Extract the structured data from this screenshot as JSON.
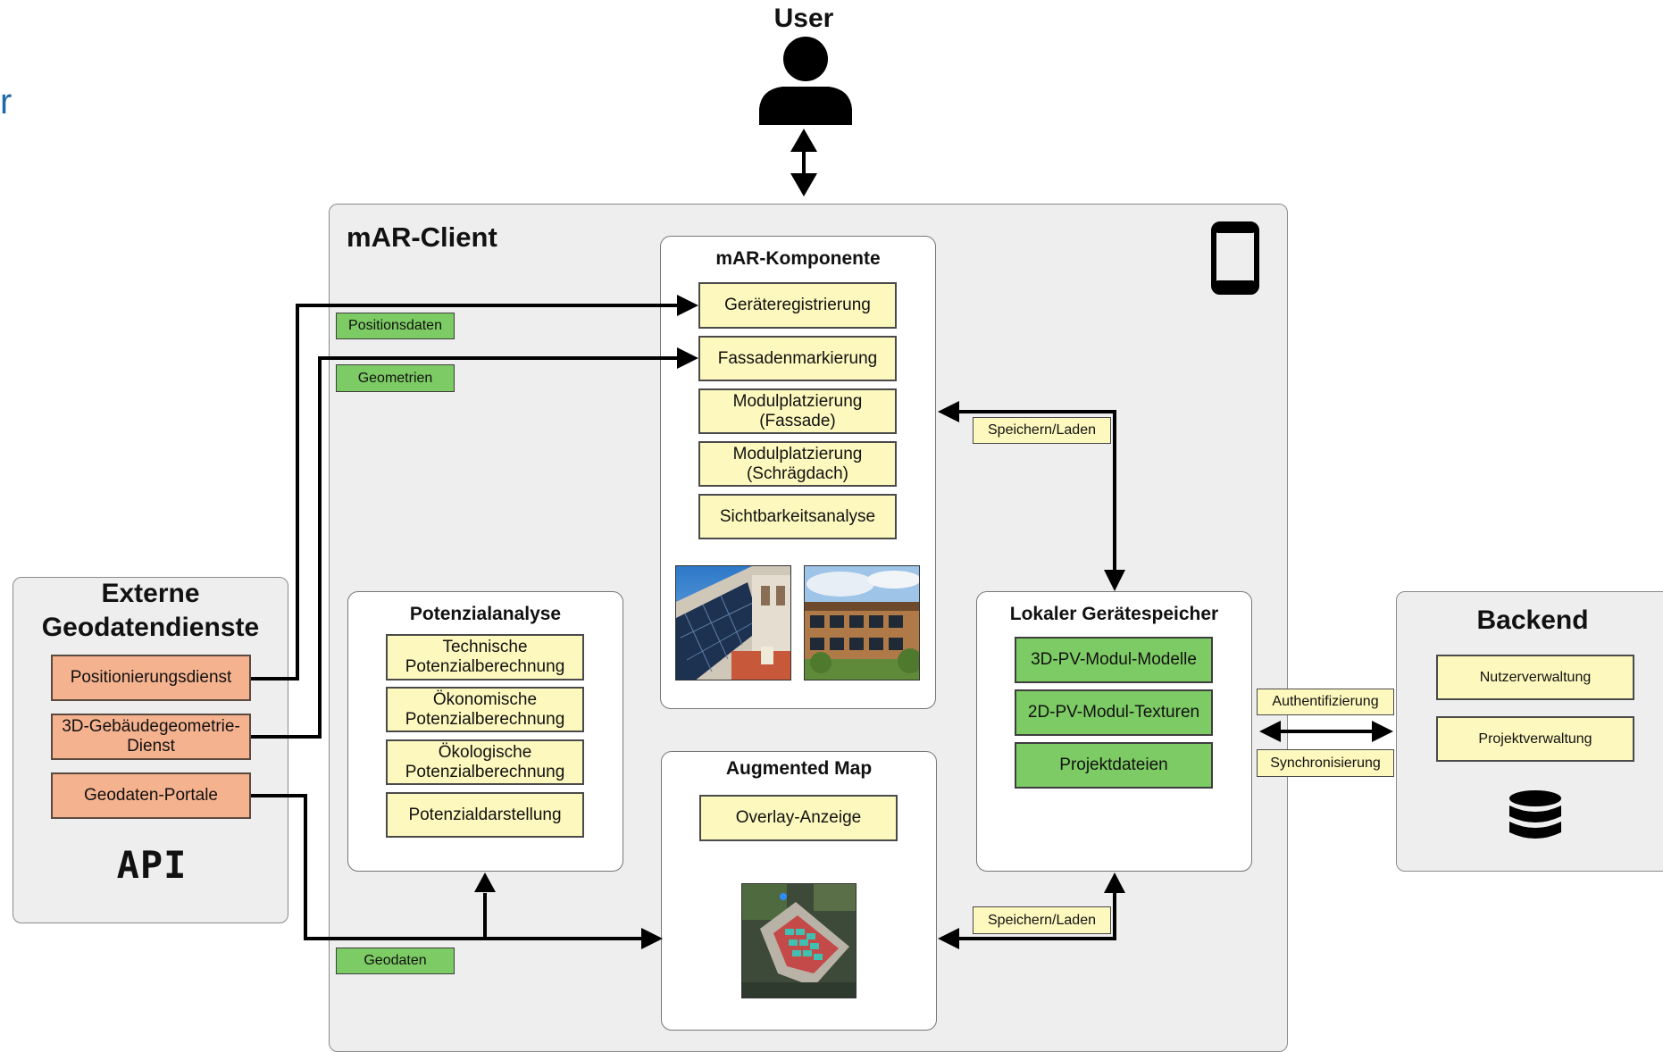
{
  "edge_fragment": "r",
  "user": {
    "label": "User"
  },
  "client": {
    "title": "mAR-Client",
    "mar": {
      "title": "mAR-Komponente",
      "items": [
        "Geräteregistrierung",
        "Fassadenmarkierung",
        "Modulplatzierung\n(Fassade)",
        "Modulplatzierung\n(Schrägdach)",
        "Sichtbarkeitsanalyse"
      ]
    },
    "potenzial": {
      "title": "Potenzialanalyse",
      "items": [
        "Technische\nPotenzialberechnung",
        "Ökonomische\nPotenzialberechnung",
        "Ökologische\nPotenzialberechnung",
        "Potenzialdarstellung"
      ]
    },
    "augmented": {
      "title": "Augmented Map",
      "items": [
        "Overlay-Anzeige"
      ]
    },
    "speicher": {
      "title": "Lokaler Gerätespeicher",
      "items": [
        "3D-PV-Modul-Modelle",
        "2D-PV-Modul-Texturen",
        "Projektdateien"
      ]
    }
  },
  "extern": {
    "title": "Externe\nGeodatendienste",
    "items": [
      "Positionierungsdienst",
      "3D-Gebäudegeometrie-\nDienst",
      "Geodaten-Portale"
    ],
    "api": "API"
  },
  "backend": {
    "title": "Backend",
    "items": [
      "Nutzerverwaltung",
      "Projektverwaltung"
    ]
  },
  "flows": {
    "positionsdaten": "Positionsdaten",
    "geometrien": "Geometrien",
    "geodaten": "Geodaten",
    "speichern_top": "Speichern/Laden",
    "speichern_bottom": "Speichern/Laden",
    "authentifizierung": "Authentifizierung",
    "synchronisierung": "Synchronisierung"
  },
  "colors": {
    "yellow": "#fdf8bd",
    "green": "#7dcb64",
    "orange": "#f5b28f",
    "panel": "#eeeeee"
  }
}
